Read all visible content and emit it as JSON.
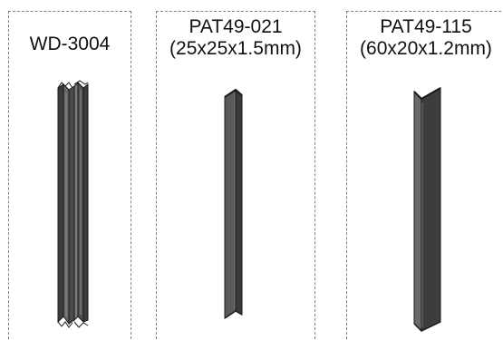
{
  "profiles": [
    {
      "code": "WD-3004",
      "spec": "",
      "shape": "double-channel-trim"
    },
    {
      "code": "PAT49-021",
      "spec": "(25x25x1.5mm)",
      "shape": "equal-angle"
    },
    {
      "code": "PAT49-115",
      "spec": "(60x20x1.2mm)",
      "shape": "unequal-angle"
    }
  ],
  "colors": {
    "border": "#808080",
    "text": "#111111",
    "metal_dark": "#3c3c3c",
    "metal_mid": "#555555",
    "metal_light": "#6c6c6c",
    "outline": "#1a1a1a"
  }
}
